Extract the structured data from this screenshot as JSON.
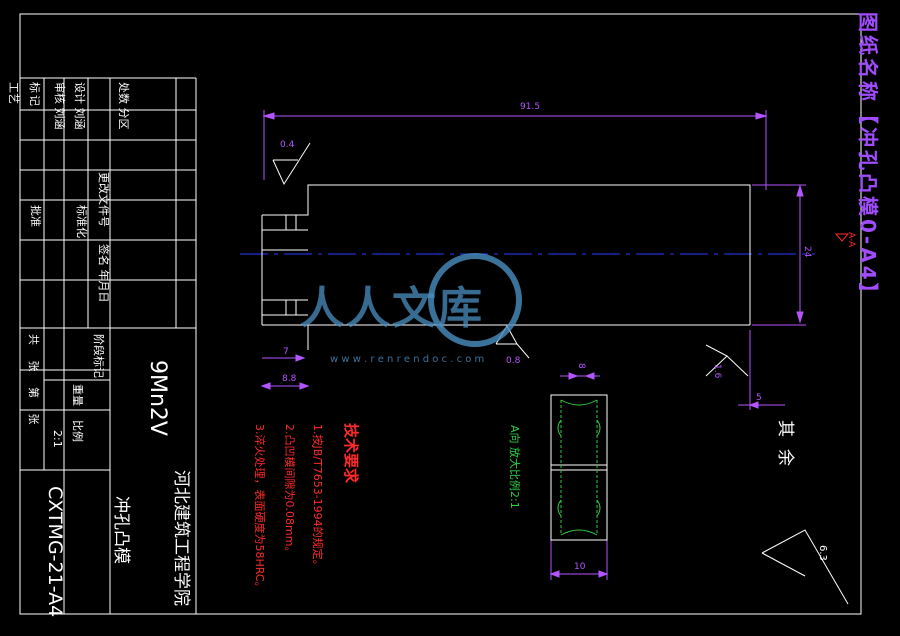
{
  "title_block": {
    "rev_headers": [
      "标记",
      "处数",
      "分区",
      "更改文件号",
      "签名",
      "年月日"
    ],
    "design_row": [
      "设计",
      "刘涵",
      "标准化"
    ],
    "check_row": [
      "审核",
      "刘涵"
    ],
    "craft_row": [
      "工艺",
      "批准"
    ],
    "stage_mark": "阶段标记",
    "weight": "重量",
    "scale_label": "比例",
    "scale_value": "2:1",
    "sheets": [
      "共",
      "张",
      "第",
      "张"
    ],
    "material": "9Mn2V",
    "school": "河北建筑工程学院",
    "part_name": "冲孔凸模",
    "drawing_no": "CXTMG-21-A4"
  },
  "drawing_title": "图纸名称【冲孔凸模0-A4】",
  "tech_req": {
    "heading": "技术要求",
    "items": [
      "1.按JB/T7653-1994的规定。",
      "2.凸凹模间隙为0.08mm。",
      "3.淬火处理，表面硬度为58HRC。"
    ]
  },
  "dimensions": {
    "length": "91.5",
    "height": "24",
    "step": "7",
    "step_offset": "8.8",
    "section_width": "10",
    "section_top": "8",
    "end_offset": "5"
  },
  "roughness": {
    "top_left": "0.4",
    "tip": "0.8",
    "right": "1.6",
    "rest": "6.3",
    "rest_label": "其余"
  },
  "section_label": "A-A",
  "view_label": "A向 放大比例2:1",
  "watermark": {
    "brand": "人人文库",
    "url": "w w w . r e n r e n d o c . c o m"
  },
  "colors": {
    "lines": "#ffffff",
    "centerline": "#2a3bff",
    "dims": "#b455ff",
    "notes": "#ff2a2a",
    "green": "#2ecc40",
    "watermark": "#4a8fc0"
  }
}
